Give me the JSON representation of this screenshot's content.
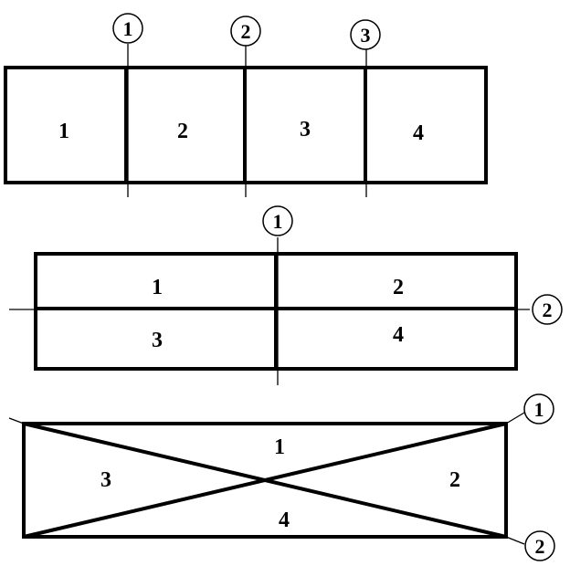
{
  "figure_1": {
    "regions": [
      "1",
      "2",
      "3",
      "4"
    ],
    "markers": [
      "1",
      "2",
      "3"
    ]
  },
  "figure_2": {
    "regions": [
      "1",
      "2",
      "3",
      "4"
    ],
    "markers": [
      "1",
      "2"
    ]
  },
  "figure_3": {
    "regions": [
      "1",
      "2",
      "3",
      "4"
    ],
    "markers": [
      "1",
      "2"
    ]
  }
}
